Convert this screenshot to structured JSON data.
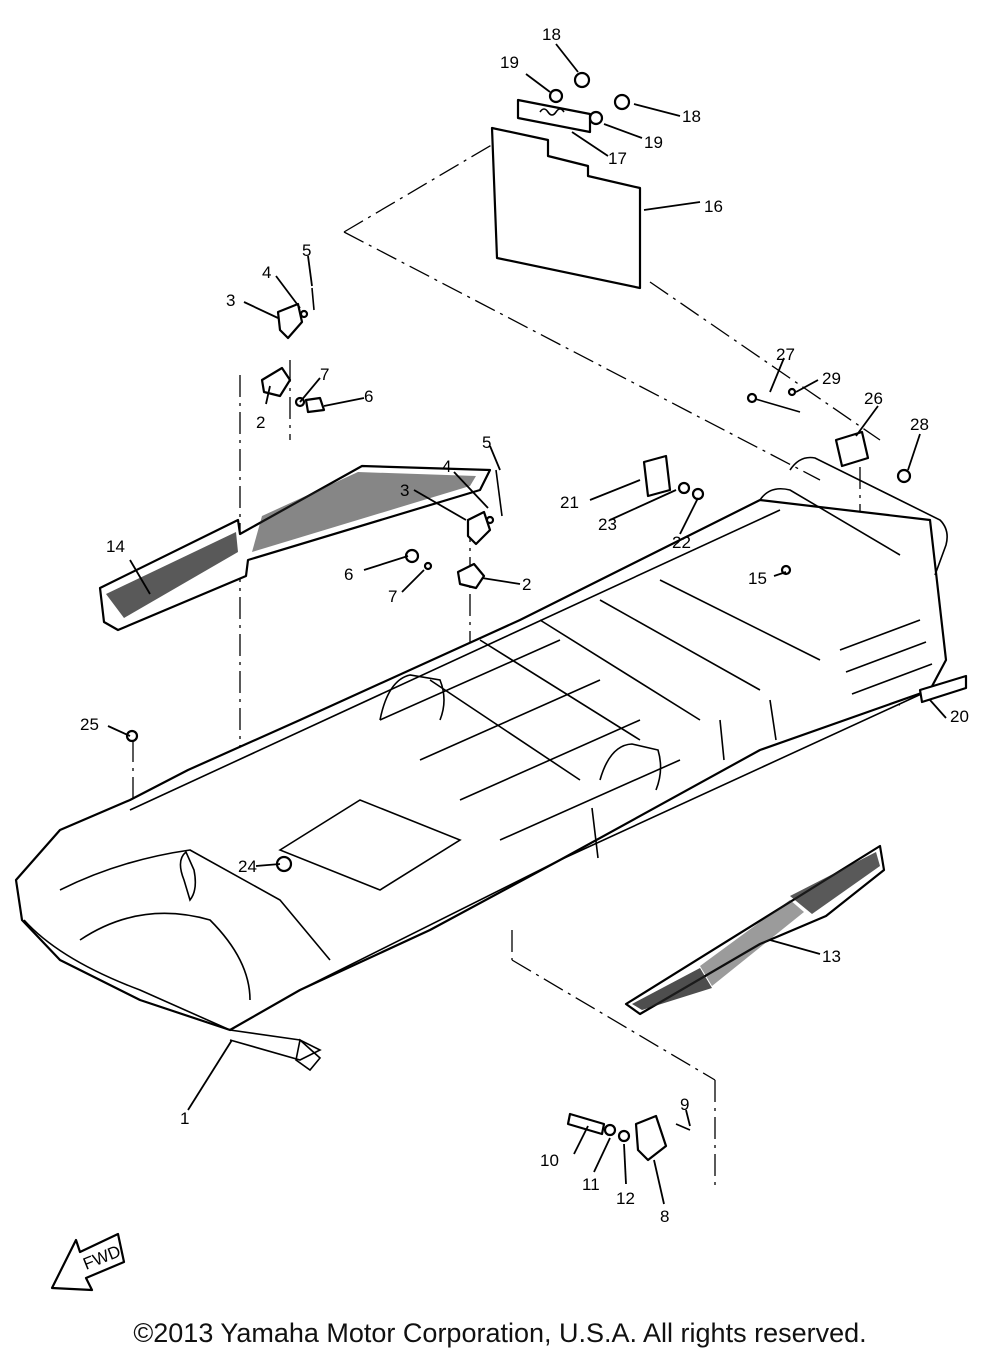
{
  "diagram": {
    "callouts": [
      "1",
      "2",
      "3",
      "4",
      "5",
      "6",
      "7",
      "8",
      "9",
      "10",
      "11",
      "12",
      "13",
      "14",
      "15",
      "16",
      "17",
      "18",
      "19",
      "20",
      "21",
      "22",
      "23",
      "24",
      "25",
      "26",
      "27",
      "28",
      "29"
    ],
    "fwd_label": "FWD"
  },
  "footer": {
    "copyright": "©2013 Yamaha Motor Corporation, U.S.A. All rights reserved."
  }
}
